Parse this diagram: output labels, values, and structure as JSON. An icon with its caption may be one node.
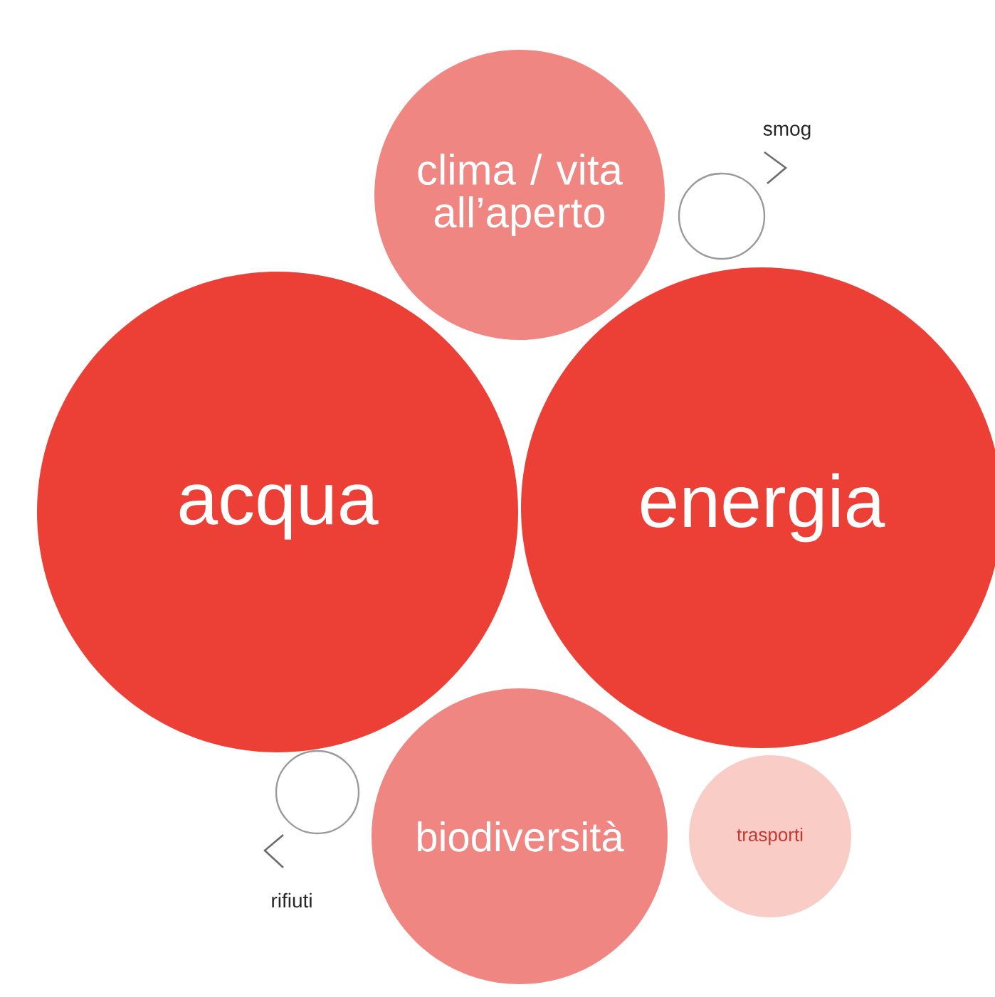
{
  "diagram": {
    "nodes": [
      {
        "text": [
          "clima / vita all’aperto"
        ]
      },
      {
        "text": [],
        "shape": "circle"
      },
      {
        "text": [
          "acqua"
        ]
      },
      {
        "text": [
          "energia"
        ]
      },
      {
        "text": [],
        "shape": "circle"
      },
      {
        "text": [
          "biodiversità"
        ]
      },
      {
        "text": [
          "trasporti"
        ]
      }
    ],
    "labels": [
      "smog",
      "rifiuti"
    ]
  }
}
